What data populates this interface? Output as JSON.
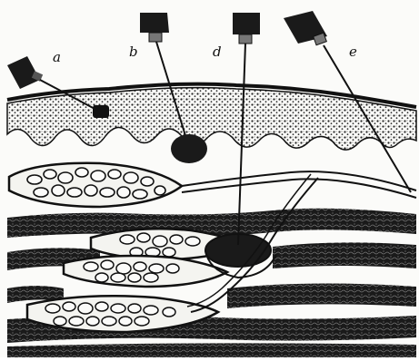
{
  "labels": {
    "a": "a",
    "b": "b",
    "d": "d",
    "e": "e"
  },
  "colors": {
    "ink": "#111111",
    "paper": "#fbfbf9",
    "cell_fill": "#f4f4f0"
  }
}
